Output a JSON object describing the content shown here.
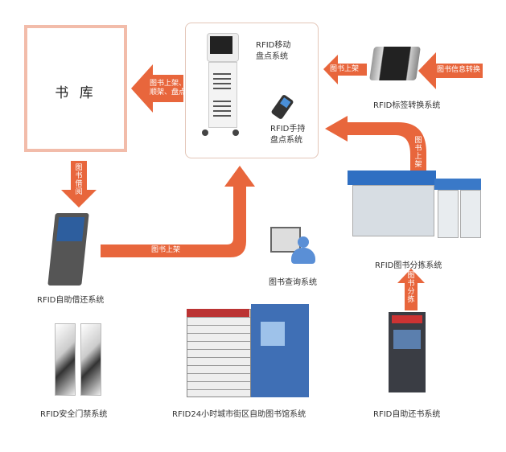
{
  "colors": {
    "arrow": "#e8663c",
    "warehouse_border": "#f2bcaa",
    "box_border": "#e3c6b8"
  },
  "warehouse": {
    "title": "书 库"
  },
  "mobile_box": {
    "mobile_label_1": "RFID移动",
    "mobile_label_2": "盘点系统",
    "handheld_label_1": "RFID手持",
    "handheld_label_2": "盘点系统"
  },
  "arrows": {
    "to_warehouse_1": "图书上架、",
    "to_warehouse_2": "顺架、盘点",
    "borrow": [
      "图",
      "书",
      "借",
      "阅"
    ],
    "shelve_long": "图书上架",
    "tag_to_box": "图书上架",
    "info_convert": "图书信息转换",
    "sort_to_box": [
      "图",
      "书",
      "上",
      "架"
    ],
    "sorting": [
      "图",
      "书",
      "分",
      "拣"
    ]
  },
  "systems": {
    "self_checkout": "RFID自助借还系统",
    "query": "图书查询系统",
    "tag_convert": "RFID标签转换系统",
    "sorting": "RFID图书分拣系统",
    "security_gate": "RFID安全门禁系统",
    "library_24h": "RFID24小时城市街区自助图书馆系统",
    "self_return": "RFID自助还书系统"
  }
}
